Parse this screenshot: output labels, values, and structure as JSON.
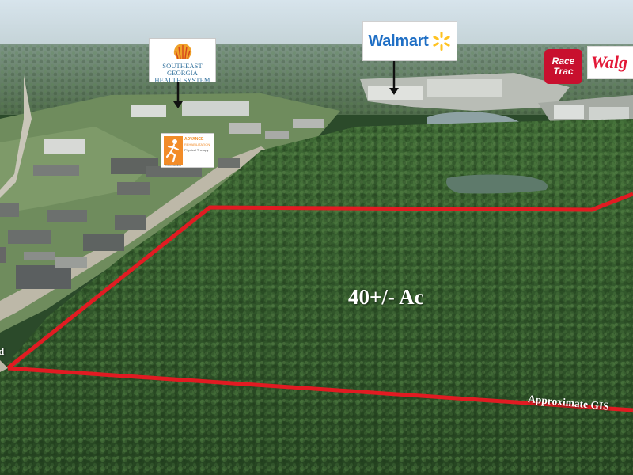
{
  "photo": {
    "acreage_label": "40+/- Ac",
    "boundary_label": "Approximate GIS",
    "road_label_fragment": "d",
    "boundary_color": "#e11b22"
  },
  "logos": {
    "health_system": {
      "line1": "SOUTHEAST GEORGIA",
      "line2": "HEALTH SYSTEM",
      "icon": "shell-icon"
    },
    "walmart": {
      "name": "Walmart",
      "icon": "spark-icon",
      "color": "#1f6fc5"
    },
    "racetrac": {
      "line1": "Race",
      "line2": "Trac",
      "color": "#c8102e"
    },
    "walgreens": {
      "name": "Walg",
      "color": "#e31837"
    },
    "advance": {
      "line1": "ADVANCE",
      "line2": "REHABILITATION",
      "line3": "Physical Therapy",
      "line4": "Orthopaedics",
      "icon": "runner-icon"
    }
  }
}
